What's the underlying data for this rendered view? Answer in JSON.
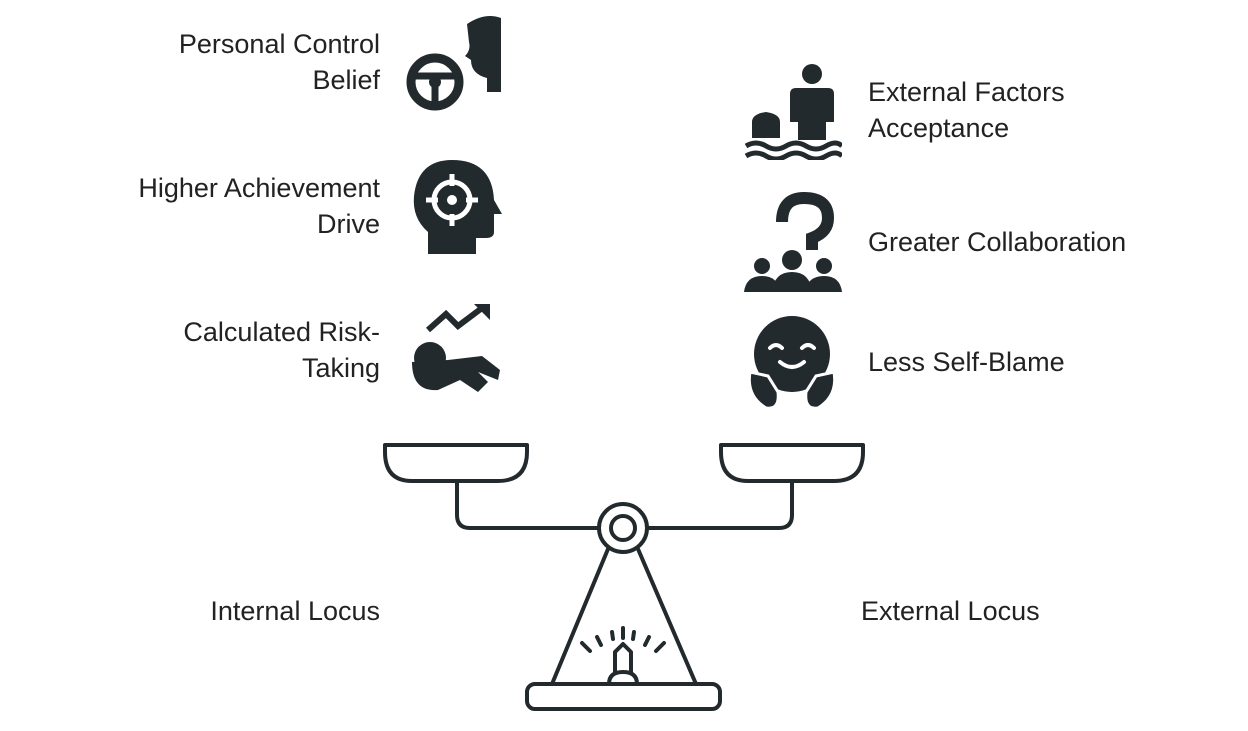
{
  "left": {
    "title": "Internal Locus",
    "items": [
      {
        "label": "Personal Control Belief",
        "line1": "Personal Control",
        "line2": "Belief",
        "icon": "steering-wheel-head-icon"
      },
      {
        "label": "Higher Achievement Drive",
        "line1": "Higher Achievement",
        "line2": "Drive",
        "icon": "target-head-icon"
      },
      {
        "label": "Calculated Risk-Taking",
        "line1": "Calculated Risk-",
        "line2": "Taking",
        "icon": "trend-arrow-person-icon"
      }
    ]
  },
  "right": {
    "title": "External Locus",
    "items": [
      {
        "label": "External Factors Acceptance",
        "line1": "External Factors",
        "line2": "Acceptance",
        "icon": "person-in-water-icon"
      },
      {
        "label": "Greater Collaboration",
        "line1": "Greater Collaboration",
        "icon": "group-question-icon"
      },
      {
        "label": "Less Self-Blame",
        "line1": "Less Self-Blame",
        "icon": "smiling-face-icon"
      }
    ]
  },
  "colors": {
    "ink": "#222a2e"
  }
}
